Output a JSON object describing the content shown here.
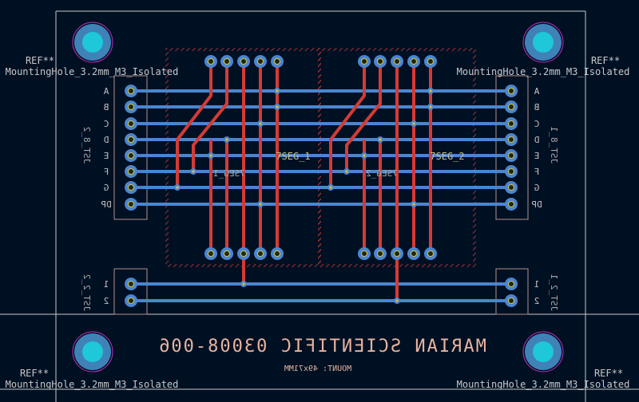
{
  "board": {
    "title": "MARIAN SCIENTIFIC 03008-006",
    "subtitle": "MOUNT: 49x71MM"
  },
  "mounting_holes": [
    {
      "ref": "REF**",
      "value": "MountingHole_3.2mm_M3_Isolated"
    },
    {
      "ref": "REF**",
      "value": "MountingHole_3.2mm_M3_Isolated"
    },
    {
      "ref": "REF**",
      "value": "MountingHole_3.2mm_M3_Isolated"
    },
    {
      "ref": "REF**",
      "value": "MountingHole_3.2mm_M3_Isolated"
    }
  ],
  "connectors": {
    "left_8": {
      "ref": "JST_8_2",
      "pins": [
        "A",
        "B",
        "C",
        "D",
        "E",
        "F",
        "G",
        "DP"
      ]
    },
    "right_8": {
      "ref": "JST_8_1",
      "pins": [
        "A",
        "B",
        "C",
        "D",
        "E",
        "F",
        "G",
        "DP"
      ]
    },
    "left_2": {
      "ref": "JST_2_2",
      "pins": [
        "1",
        "2"
      ]
    },
    "right_2": {
      "ref": "JST_2_1",
      "pins": [
        "1",
        "2"
      ]
    }
  },
  "displays": [
    {
      "ref": "7SEG_1"
    },
    {
      "ref": "7SEG_2"
    }
  ],
  "colors": {
    "background": "#001023",
    "front_copper": "#d43b35",
    "back_copper": "#4a86d0",
    "pad": "#4a86d0",
    "hole": "#1ec8d8",
    "silk_back": "#e8b4a0"
  }
}
